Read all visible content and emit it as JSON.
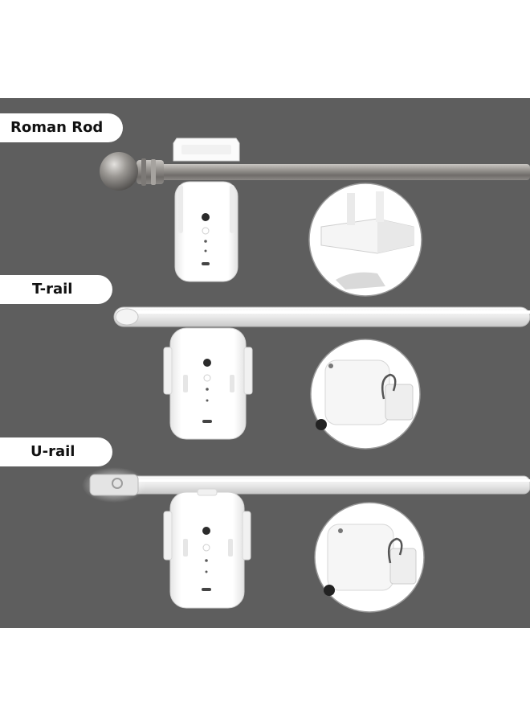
{
  "labels": {
    "roman_rod": "Roman Rod",
    "t_rail": "T-rail",
    "u_rail": "U-rail"
  },
  "colors": {
    "panel_background": "#5e5e5e",
    "page_background": "#ffffff",
    "label_background": "#ffffff",
    "label_text": "#111111",
    "motor_body": "#ffffff",
    "rod_metal": "#8a8784"
  }
}
